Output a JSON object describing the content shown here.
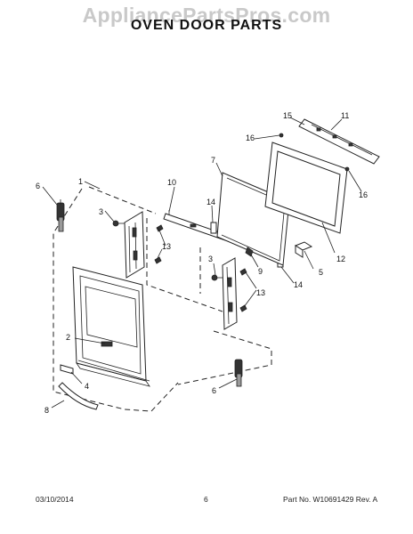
{
  "watermark": "AppliancePartsPros.com",
  "title": "OVEN DOOR PARTS",
  "footer": {
    "date": "03/10/2014",
    "page": "6",
    "part_no": "Part No. W10691429  Rev. A"
  },
  "callouts": {
    "c1": "1",
    "c2": "2",
    "c3a": "3",
    "c3b": "3",
    "c4": "4",
    "c5": "5",
    "c6a": "6",
    "c6b": "6",
    "c7": "7",
    "c8": "8",
    "c9": "9",
    "c10": "10",
    "c11": "11",
    "c12": "12",
    "c13a": "13",
    "c13b": "13",
    "c14a": "14",
    "c14b": "14",
    "c15": "15",
    "c16a": "16",
    "c16b": "16"
  }
}
